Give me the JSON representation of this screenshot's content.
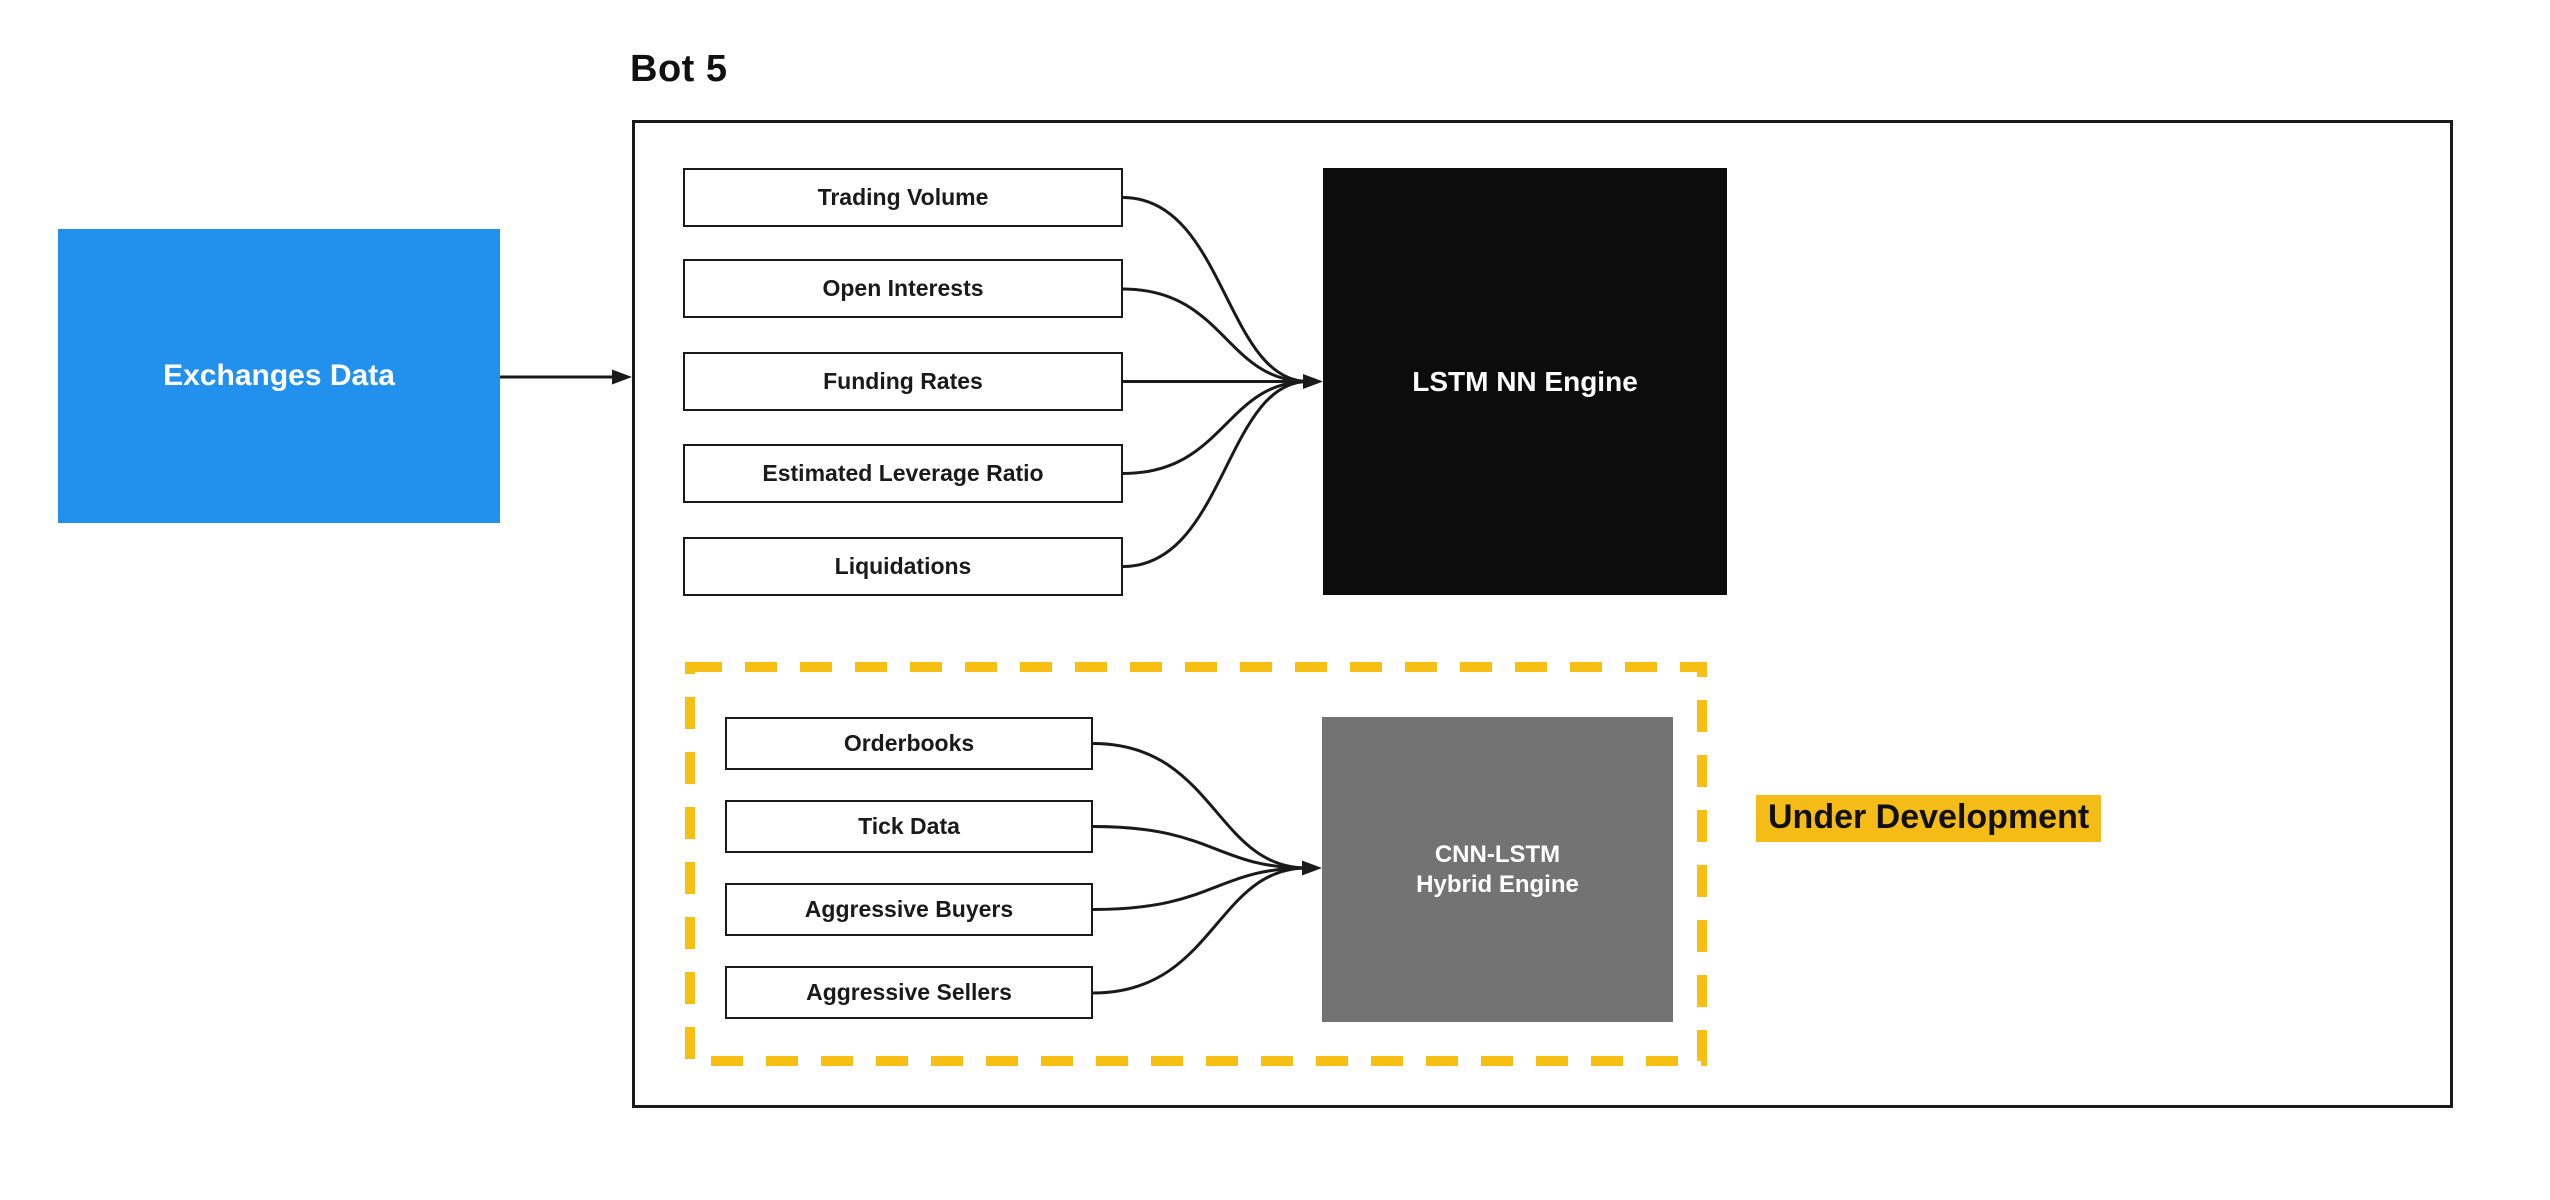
{
  "title": "Bot 5",
  "colors": {
    "blue": "#2191ED",
    "engine-black": "#0C0C0C",
    "engine-gray": "#737373",
    "yellow": "#F7BE13",
    "highlight": "#F5BC18",
    "line": "#1A1A1A"
  },
  "source": {
    "label": "Exchanges Data"
  },
  "lstm_section": {
    "inputs": [
      "Trading Volume",
      "Open Interests",
      "Funding Rates",
      "Estimated Leverage Ratio",
      "Liquidations"
    ],
    "engine_label": "LSTM NN Engine"
  },
  "dev_section": {
    "inputs": [
      "Orderbooks",
      "Tick Data",
      "Aggressive Buyers",
      "Aggressive Sellers"
    ],
    "engine_label_line1": "CNN-LSTM",
    "engine_label_line2": "Hybrid Engine",
    "status_label": "Under Development"
  }
}
